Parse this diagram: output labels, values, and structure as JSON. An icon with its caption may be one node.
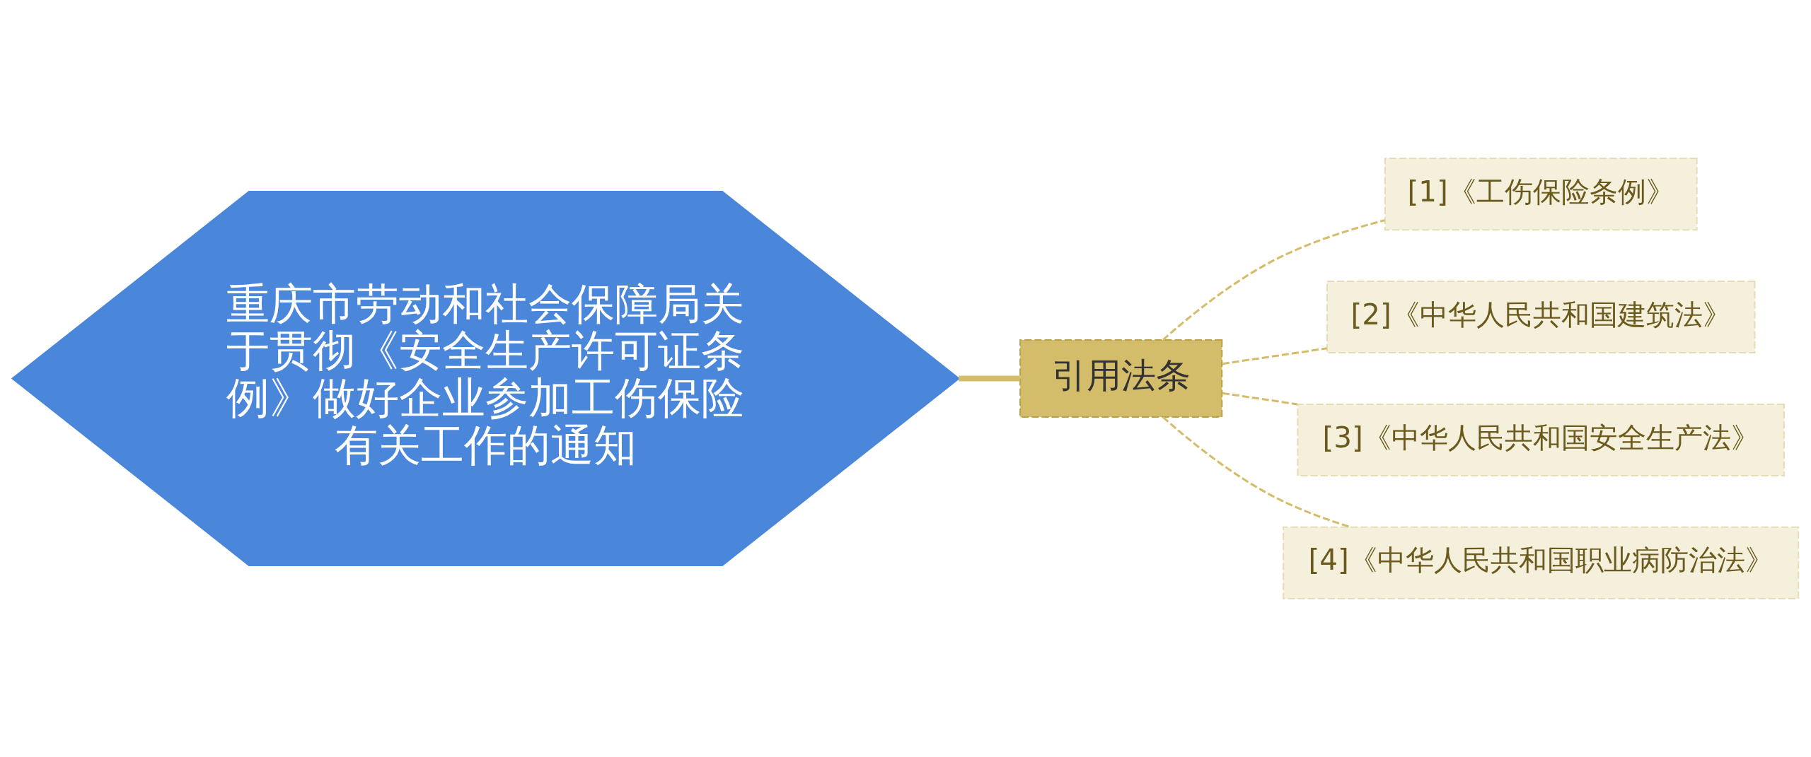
{
  "diagram": {
    "nodes": [
      {
        "text": [
          "重庆市劳动和社会保障局关于贯彻《安全生产许可证条例》做好企业参加工伤保险有关工作的通知"
        ]
      },
      {
        "text": [
          "引用法条"
        ]
      },
      {
        "text": [
          "[1]《工伤保险条例》"
        ]
      },
      {
        "text": [
          "[2]《中华人民共和国建筑法》"
        ]
      },
      {
        "text": [
          "[3]《中华人民共和国安全生产法》"
        ]
      },
      {
        "text": [
          "[4]《中华人民共和国职业病防治法》"
        ]
      }
    ],
    "edges": [
      {
        "from": 0,
        "to": 1,
        "arrow": "none",
        "style": "thick"
      },
      {
        "from": 1,
        "to": 2,
        "arrow": "none",
        "style": "dashed"
      },
      {
        "from": 1,
        "to": 3,
        "arrow": "none",
        "style": "dashed"
      },
      {
        "from": 1,
        "to": 4,
        "arrow": "none",
        "style": "dashed"
      },
      {
        "from": 1,
        "to": 5,
        "arrow": "none",
        "style": "dashed"
      }
    ]
  }
}
